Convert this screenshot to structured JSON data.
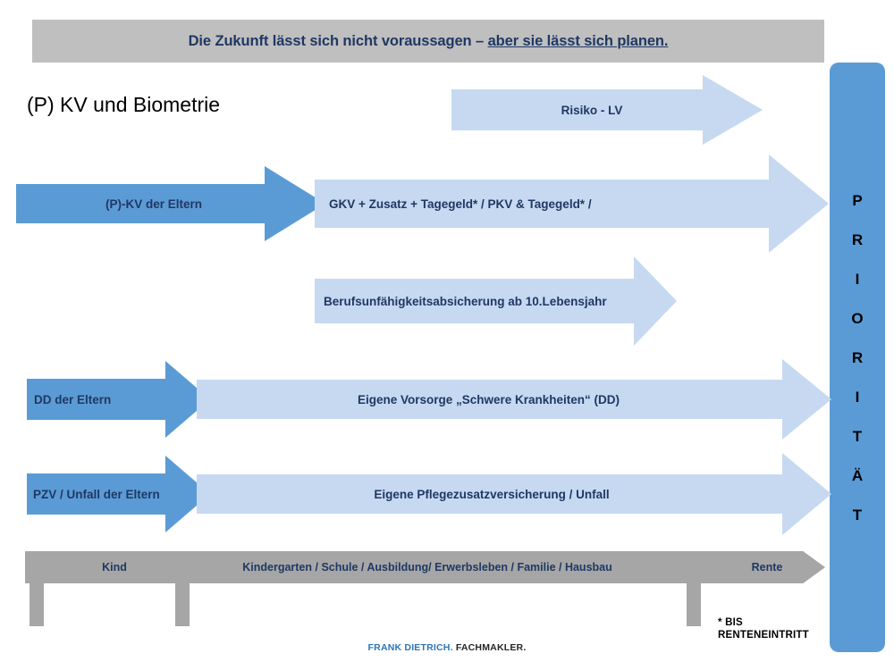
{
  "header": {
    "text_plain": "Die Zukunft lässt sich nicht voraussagen – ",
    "text_underlined": "aber sie lässt sich planen.",
    "background": "#bfbfbf",
    "text_color": "#1f3864"
  },
  "title": "(P) KV und Biometrie",
  "colors": {
    "arrow_light": "#c6d9f1",
    "arrow_dark": "#5b9bd5",
    "timeline_gray": "#a6a6a6",
    "text_navy": "#1f3864",
    "panel_blue": "#5b9bd5"
  },
  "arrows": [
    {
      "id": "risiko-lv",
      "label": "Risiko - LV",
      "tone": "light"
    },
    {
      "id": "pkv-eltern",
      "label": "(P)-KV der Eltern",
      "tone": "dark"
    },
    {
      "id": "gkv-zusatz",
      "label": "GKV + Zusatz + Tagegeld* / PKV & Tagegeld* /",
      "tone": "light"
    },
    {
      "id": "berufsunfaehig",
      "label": "Berufsunfähigkeitsabsicherung ab 10.Lebensjahr",
      "tone": "light"
    },
    {
      "id": "dd-eltern",
      "label": "DD der Eltern",
      "tone": "dark"
    },
    {
      "id": "eigene-vorsorge",
      "label": "Eigene Vorsorge „Schwere Krankheiten“ (DD)",
      "tone": "light"
    },
    {
      "id": "pzv-eltern",
      "label": "PZV / Unfall der Eltern",
      "tone": "dark"
    },
    {
      "id": "pflegezusatz",
      "label": "Eigene Pflegezusatzversicherung / Unfall",
      "tone": "light"
    }
  ],
  "timeline": {
    "segments": [
      {
        "id": "kind",
        "label": "Kind"
      },
      {
        "id": "mitte",
        "label": "Kindergarten / Schule / Ausbildung/ Erwerbsleben / Familie / Hausbau"
      },
      {
        "id": "rente",
        "label": "Rente"
      }
    ]
  },
  "footnote": {
    "line1": "* BIS",
    "line2": "RENTENEINTRITT"
  },
  "priority": {
    "letters": [
      "P",
      "R",
      "I",
      "O",
      "R",
      "I",
      "T",
      "Ä",
      "T"
    ]
  },
  "brand": {
    "name": "FRANK DIETRICH.",
    "role": " FACHMAKLER."
  }
}
